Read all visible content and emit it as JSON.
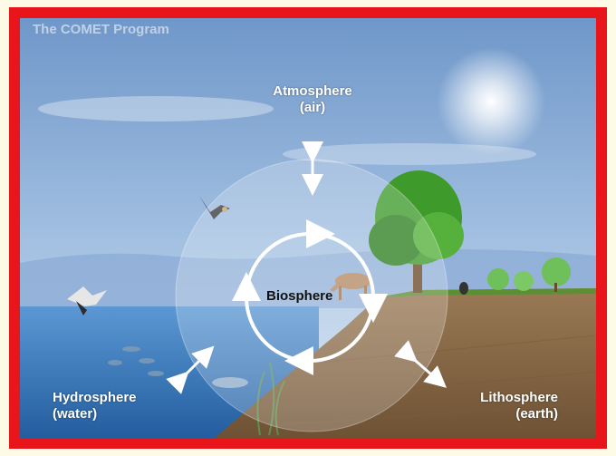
{
  "credit": "The COMET Program",
  "labels": {
    "atmosphere": "Atmosphere",
    "atmosphere_sub": "(air)",
    "hydrosphere": "Hydrosphere",
    "hydrosphere_sub": "(water)",
    "lithosphere": "Lithosphere",
    "lithosphere_sub": "(earth)",
    "biosphere": "Biosphere"
  },
  "colors": {
    "frame": "#e8151b",
    "sky": "#8fb3dc",
    "water": "#3c7ec4",
    "earth": "#8a6a48",
    "tree": "#3f9a2c"
  },
  "icons": [
    "bird-icon",
    "fish-icon",
    "tree-icon",
    "deer-icon",
    "sun-icon"
  ]
}
